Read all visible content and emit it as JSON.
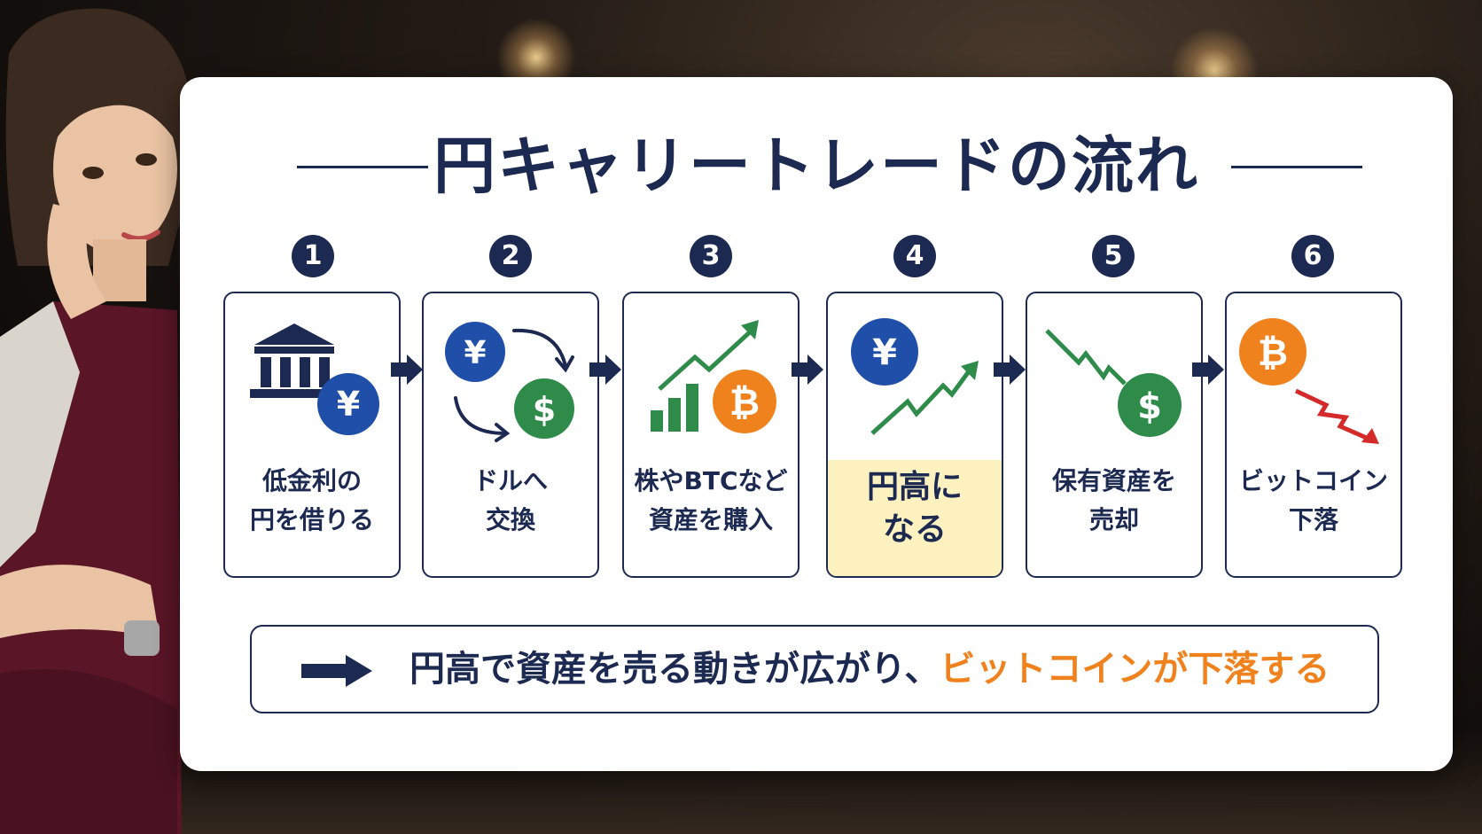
{
  "title": "円キャリートレードの流れ",
  "colors": {
    "navy": "#1c2951",
    "blue": "#1f4fa8",
    "green": "#2e8b4a",
    "orange": "#f0821e",
    "red": "#d42a2a",
    "highlight": "#fdf1bf"
  },
  "steps": [
    {
      "number": "1",
      "line1": "低金利の",
      "line2": "円を借りる",
      "icons": [
        "bank-icon",
        "yen-coin-icon"
      ]
    },
    {
      "number": "2",
      "line1": "ドルへ",
      "line2": "交換",
      "icons": [
        "yen-coin-icon",
        "exchange-arrows-icon",
        "dollar-coin-icon"
      ]
    },
    {
      "number": "3",
      "line1": "株やBTCなど",
      "line2": "資産を購入",
      "icons": [
        "growth-chart-icon",
        "bitcoin-coin-icon"
      ]
    },
    {
      "number": "4",
      "line1": "円高に",
      "line2": "なる",
      "icons": [
        "yen-coin-icon",
        "trend-up-icon"
      ],
      "highlight": true
    },
    {
      "number": "5",
      "line1": "保有資産を",
      "line2": "売却",
      "icons": [
        "trend-down-icon",
        "dollar-coin-icon"
      ]
    },
    {
      "number": "6",
      "line1": "ビットコイン",
      "line2": "下落",
      "icons": [
        "bitcoin-coin-icon",
        "crash-arrow-icon"
      ]
    }
  ],
  "coin_glyphs": {
    "yen": "¥",
    "dollar": "$",
    "bitcoin": "₿"
  },
  "summary": {
    "text_main": "円高で資産を売る動きが広がり、",
    "text_accent": "ビットコインが下落する"
  }
}
